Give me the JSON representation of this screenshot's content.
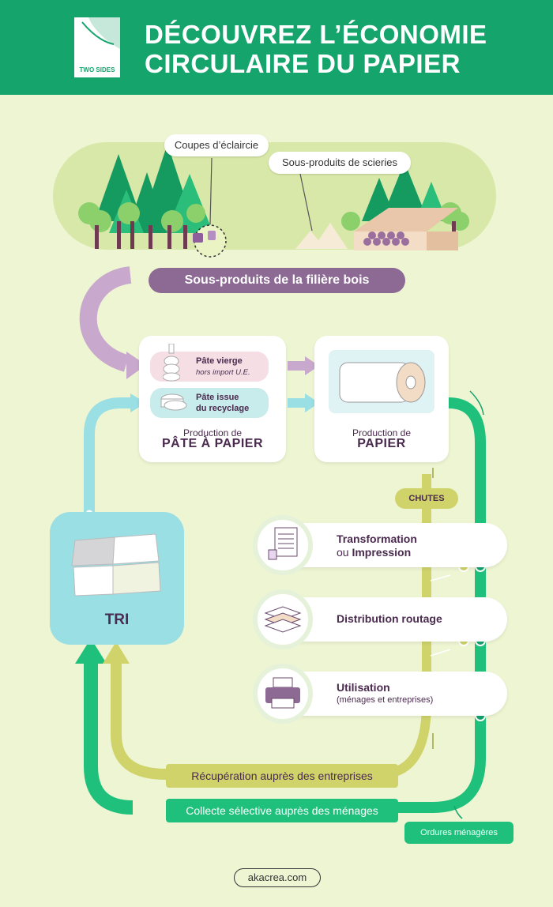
{
  "header": {
    "logo_text": "TWO SIDES",
    "title_line1": "DÉCOUVREZ L’ÉCONOMIE",
    "title_line2": "CIRCULAIRE DU PAPIER"
  },
  "forest": {
    "callout_thinning": "Coupes d’éclaircie",
    "callout_sawmill": "Sous-produits de scieries",
    "banner": "Sous-produits de la filière bois"
  },
  "pulp": {
    "virgin_title": "Pâte vierge",
    "virgin_note": "hors import U.E.",
    "recycled_line1": "Pâte issue",
    "recycled_line2": "du recyclage",
    "caption": "Production de",
    "title": "PÂTE À PAPIER"
  },
  "paper": {
    "caption": "Production de",
    "title": "PAPIER"
  },
  "chutes_label": "CHUTES",
  "steps": [
    {
      "line1": "Transformation",
      "line2_prefix": "ou ",
      "line2_bold": "Impression"
    },
    {
      "line1": "Distribution routage"
    },
    {
      "line1": "Utilisation",
      "note": "(ménages et entreprises)"
    }
  ],
  "sort_label": "TRI",
  "flows": {
    "business": "Récupération auprès des entreprises",
    "households": "Collecte sélective auprès des ménages",
    "waste": "Ordures ménagères"
  },
  "credit": "akacrea.com",
  "colors": {
    "green": "#16a46d",
    "bright_green": "#1fc07c",
    "olive": "#cfd36a",
    "purple": "#a47dac",
    "dark_purple": "#8d6a94",
    "cyan": "#9adfe4",
    "text_dark": "#4a2a4e",
    "background": "#eef5d3"
  }
}
